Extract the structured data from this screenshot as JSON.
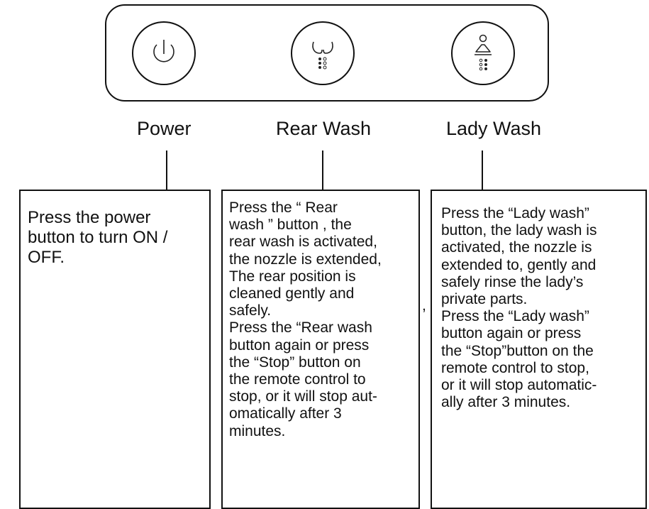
{
  "panel": {
    "buttons": [
      {
        "id": "power",
        "icon": "power-icon"
      },
      {
        "id": "rear",
        "icon": "rear-wash-icon"
      },
      {
        "id": "lady",
        "icon": "lady-wash-icon"
      }
    ]
  },
  "labels": {
    "power": "Power",
    "rear": "Rear Wash",
    "lady": "Lady Wash"
  },
  "descriptions": {
    "power": "Press the power\nbutton to turn ON /\nOFF.",
    "rear": "Press the “ Rear\nwash ” button , the\nrear wash is activated,\nthe nozzle is extended,\nThe rear position is\ncleaned gently and\nsafely.\nPress the “Rear wash\nbutton again or press\nthe “Stop” button on\nthe remote control to\nstop, or it will stop aut-\nomatically after 3\nminutes.",
    "lady": "Press the “Lady wash”\nbutton, the lady wash is\nactivated, the nozzle is\nextended to, gently and\nsafely rinse the lady’s\nprivate parts.\nPress the “Lady wash”\nbutton again or press\nthe “Stop”button on the\nremote control to stop,\nor it will stop automatic-\nally after 3 minutes."
  },
  "stray_mark": ","
}
